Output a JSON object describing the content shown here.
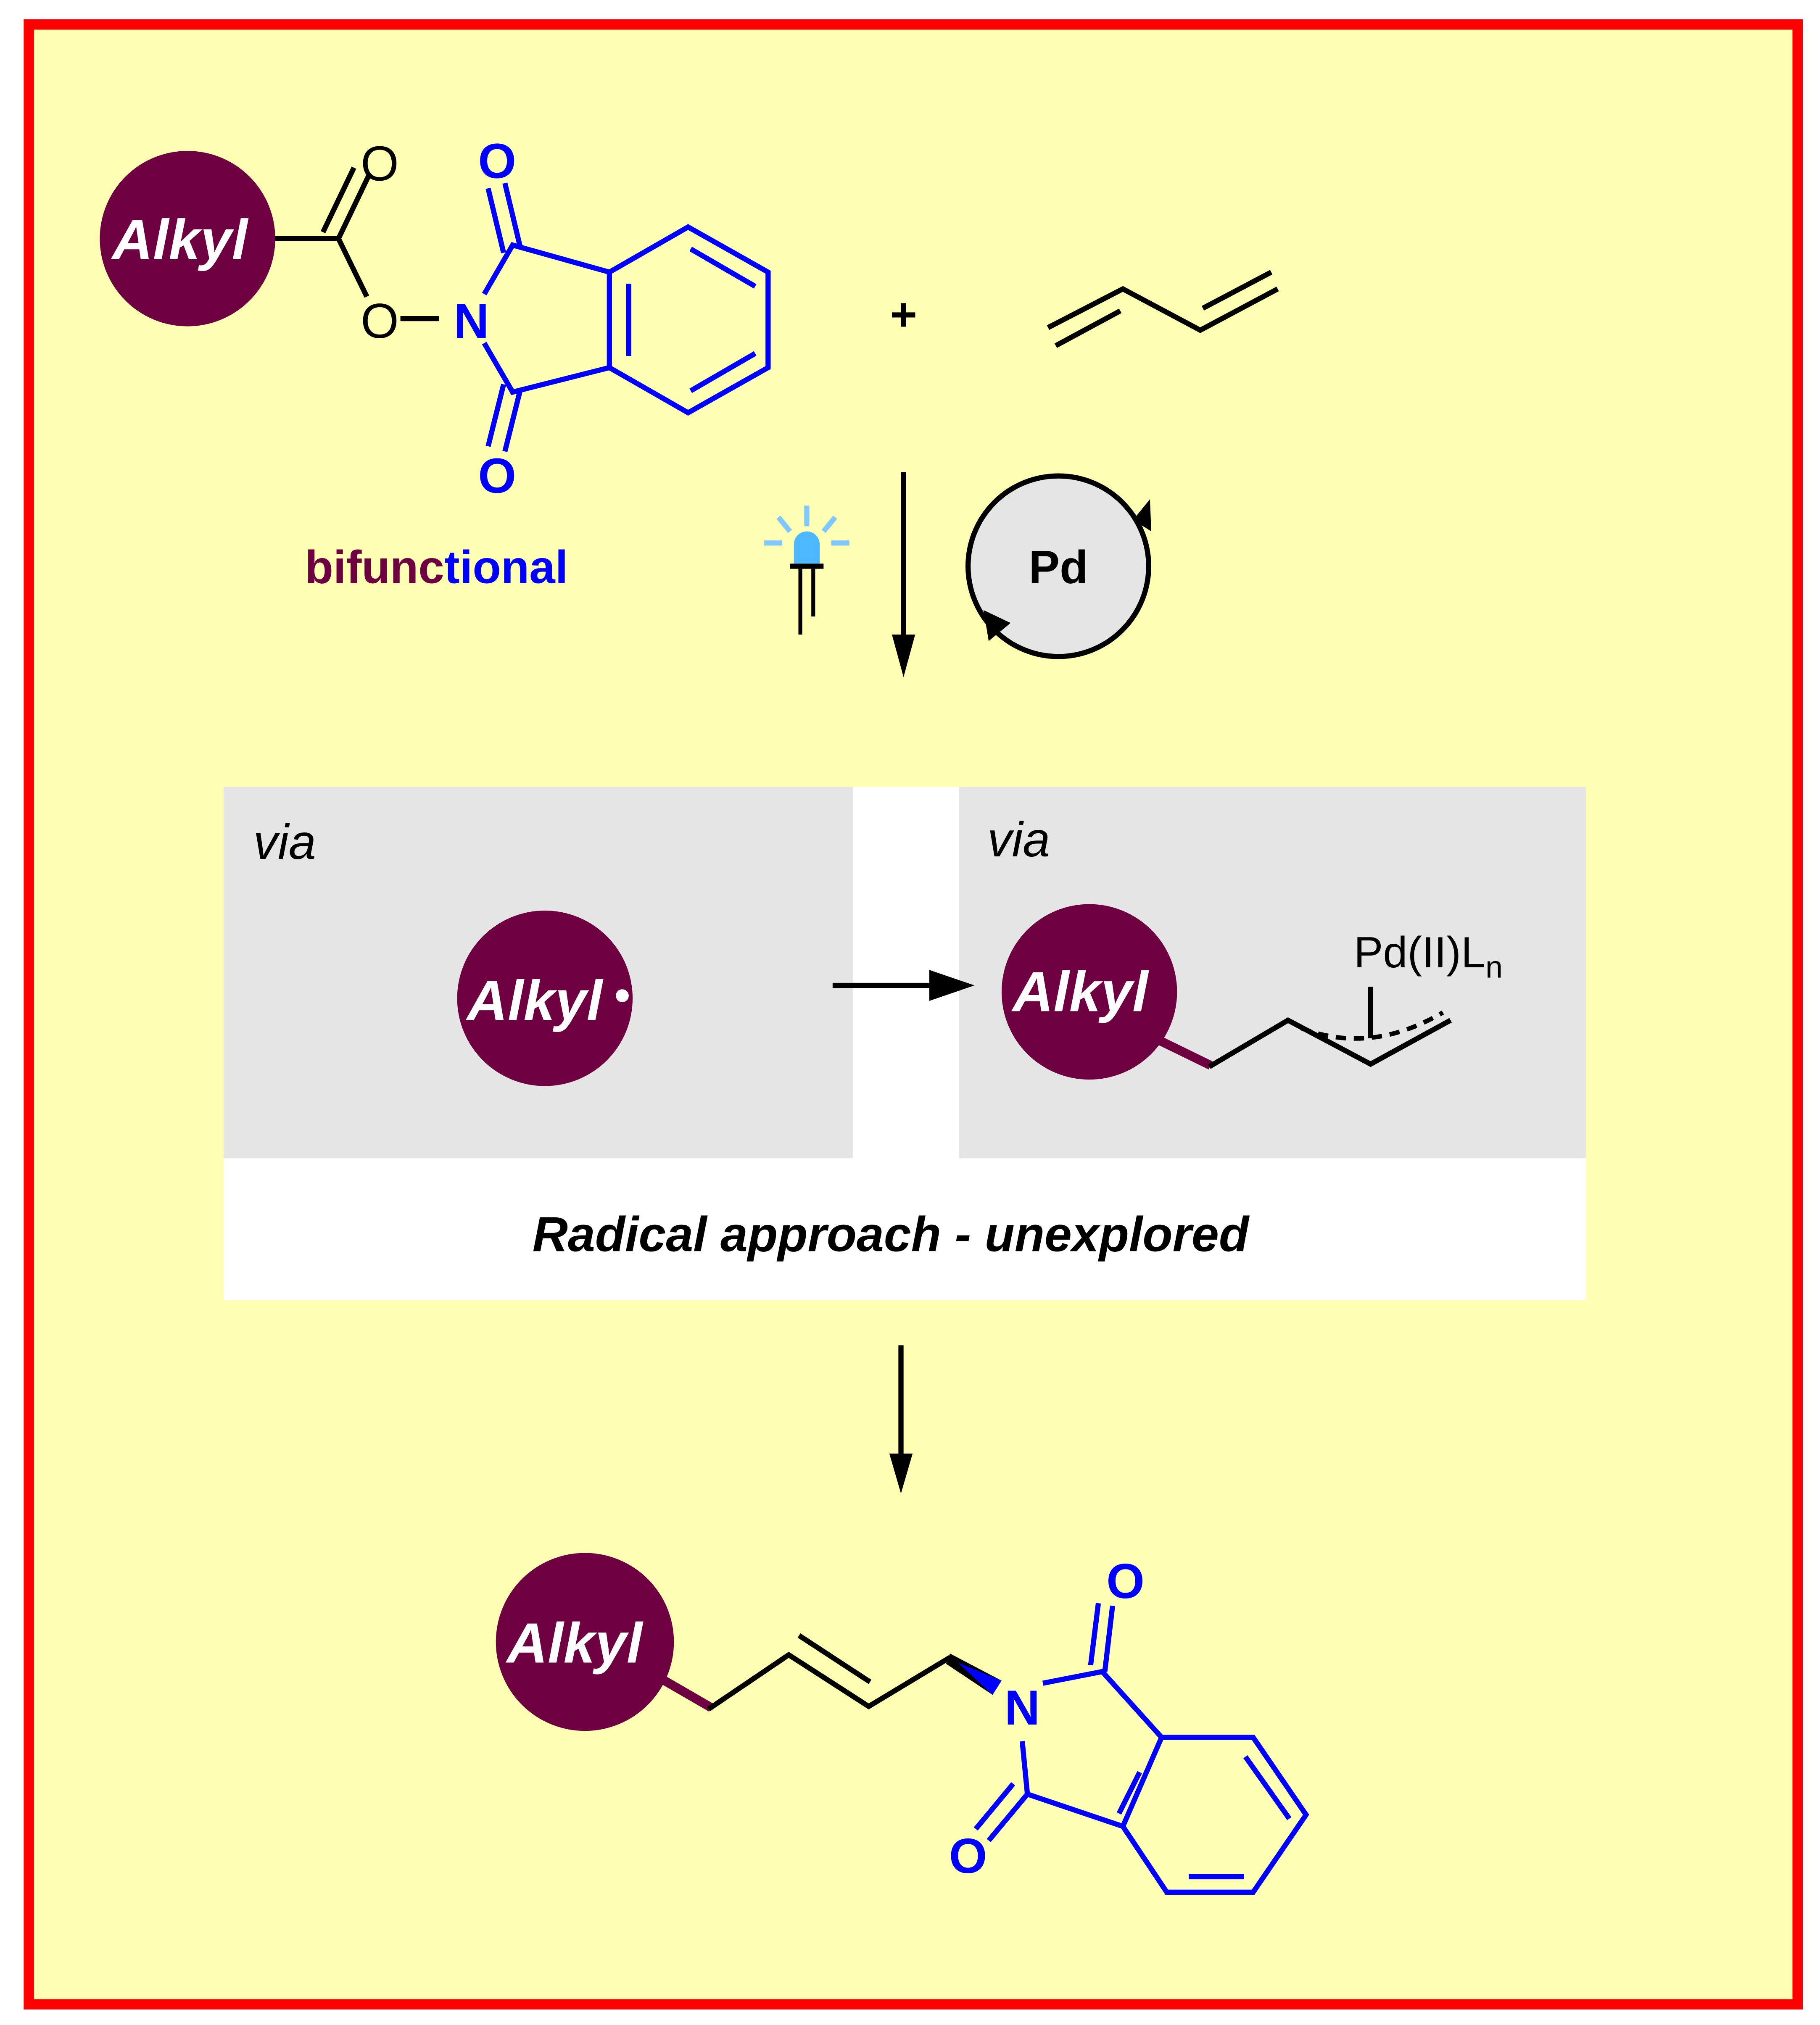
{
  "colors": {
    "background": "#ffffb4",
    "frame_border": "#ff0000",
    "alkyl_fill": "#6e0041",
    "alkyl_text": "#ffffff",
    "phthalimide": "#0000ff",
    "panel_gray": "#e5e5e5",
    "panel_white": "#ffffff",
    "catalyst_fill": "#e5e5e5",
    "light_blue": "#4db8ff"
  },
  "reactants": {
    "ester": {
      "alkyl_label": "Alkyl",
      "carbonyl_o": "O",
      "ether_o": "O",
      "n_atom": "N",
      "imide_o_top": "O",
      "imide_o_bottom": "O"
    },
    "plus": "+",
    "diene_name": "1,3-butadiene",
    "bifunctional_label": {
      "part1": "bifunc",
      "part2": "tional"
    }
  },
  "conditions": {
    "light_icon": "blue-led-icon",
    "catalyst_label": "Pd"
  },
  "mechanism": {
    "left_panel": {
      "via": "via",
      "alkyl_label": "Alkyl",
      "radical_dot": "•"
    },
    "right_panel": {
      "via": "via",
      "alkyl_label": "Alkyl",
      "pd_label": "Pd(II)L",
      "pd_subscript": "n"
    },
    "caption": "Radical approach - unexplored"
  },
  "product": {
    "alkyl_label": "Alkyl",
    "n_atom": "N",
    "o_top": "O",
    "o_bottom": "O"
  }
}
